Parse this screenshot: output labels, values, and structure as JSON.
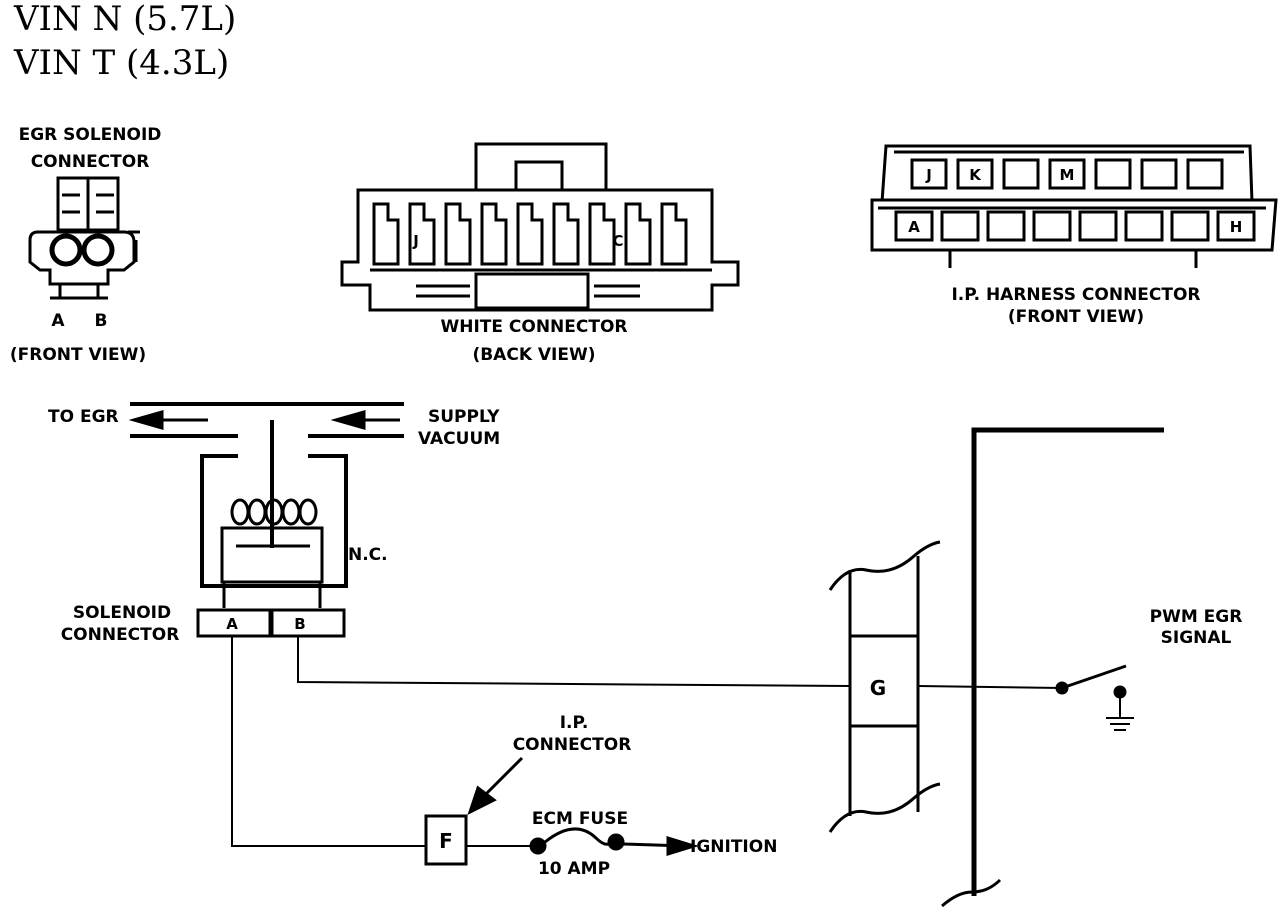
{
  "header": {
    "line1": "VIN  N  (5.7L)",
    "line2": "VIN  T  (4.3L)"
  },
  "egr_solenoid_connector": {
    "title_line1": "EGR SOLENOID",
    "title_line2": "CONNECTOR",
    "pin_a": "A",
    "pin_b": "B",
    "view": "(FRONT  VIEW)"
  },
  "white_connector": {
    "cavity_j": "J",
    "cavity_c": "C",
    "title": "WHITE CONNECTOR",
    "view": "(BACK VIEW)"
  },
  "ip_harness_connector": {
    "top_row": [
      "J",
      "K",
      "",
      "M",
      "",
      "",
      ""
    ],
    "bottom_row": [
      "A",
      "",
      "",
      "",
      "",
      "",
      "",
      "H"
    ],
    "title": "I.P. HARNESS CONNECTOR",
    "view": "(FRONT VIEW)"
  },
  "schematic": {
    "to_egr": "TO EGR",
    "supply_line1": "SUPPLY",
    "supply_line2": "VACUUM",
    "nc": "N.C.",
    "solenoid_line1": "SOLENOID",
    "solenoid_line2": "CONNECTOR",
    "solenoid_pin_a": "A",
    "solenoid_pin_b": "B",
    "ip_line1": "I.P.",
    "ip_line2": "CONNECTOR",
    "ip_pin": "F",
    "fuse_name": "ECM FUSE",
    "fuse_rating": "10 AMP",
    "ignition": "IGNITION",
    "g_terminal": "G",
    "pwm_line1": "PWM EGR",
    "pwm_line2": "SIGNAL"
  }
}
